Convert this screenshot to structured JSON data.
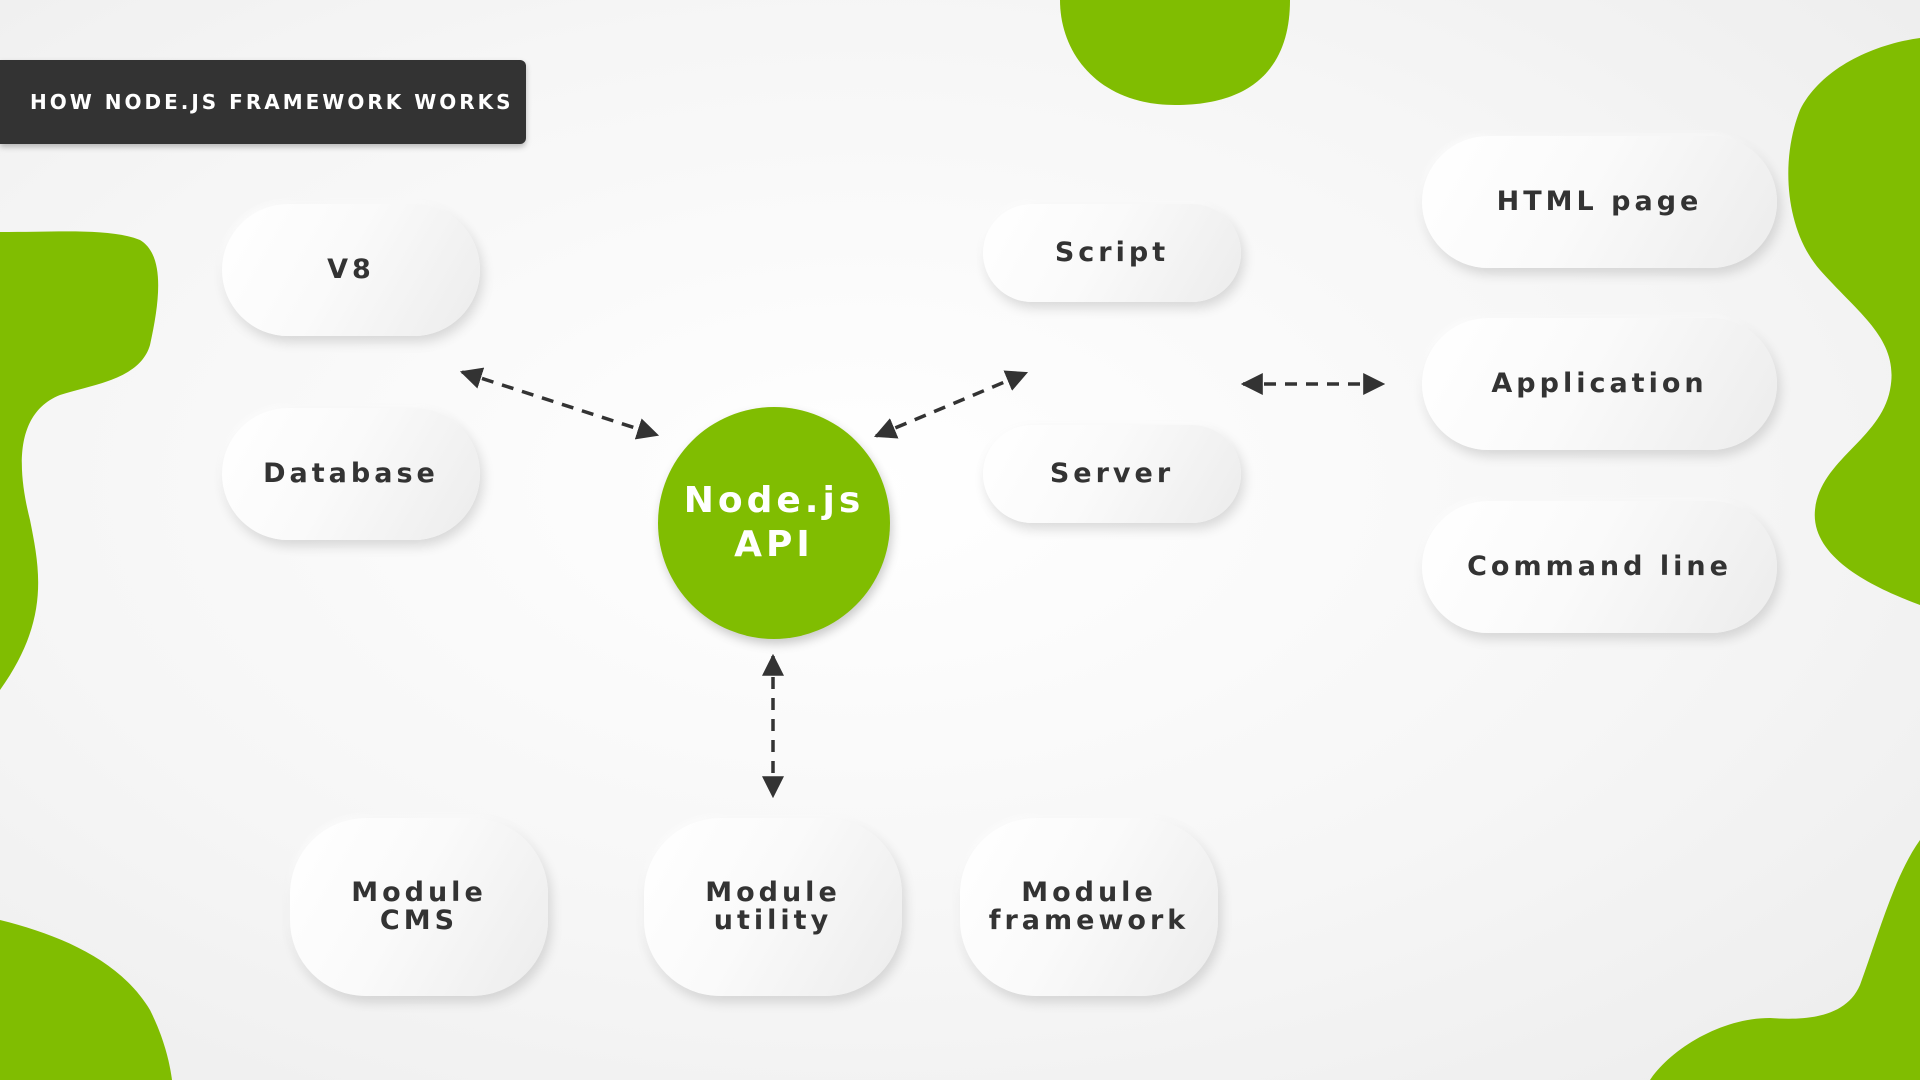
{
  "title": "HOW NODE.JS FRAMEWORK WORKS",
  "hub": "Node.js\nAPI",
  "nodes": {
    "v8": "V8",
    "database": "Database",
    "script": "Script",
    "server": "Server",
    "html_page": "HTML page",
    "application": "Application",
    "command_line": "Command line",
    "module_cms": "Module\nCMS",
    "module_utility": "Module\nutility",
    "module_framework": "Module\nframework"
  },
  "colors": {
    "accent": "#80bd01",
    "title_bar": "#333333",
    "text": "#333333",
    "arrow": "#333333"
  }
}
